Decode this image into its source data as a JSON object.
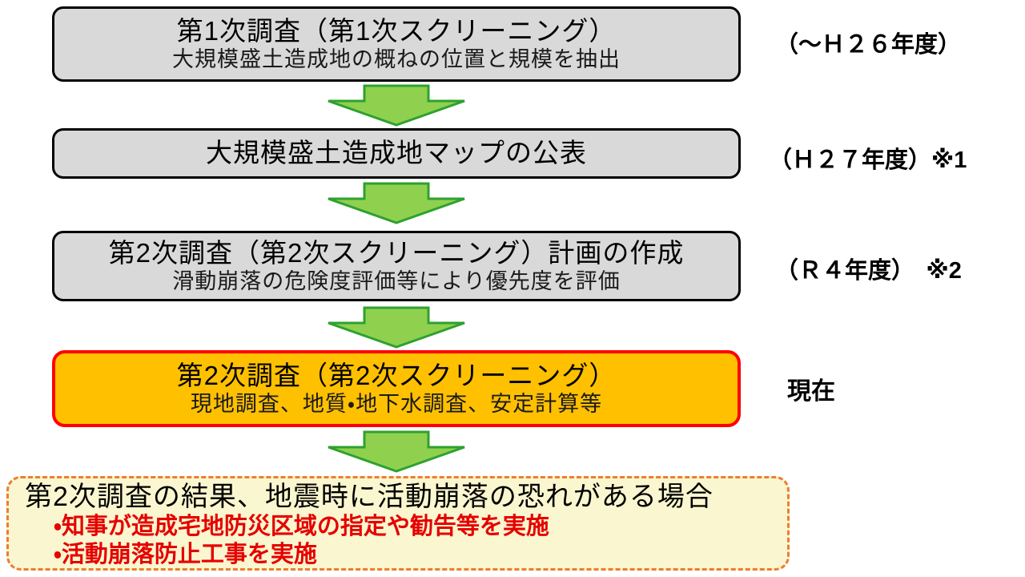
{
  "colors": {
    "box_fill_gray": "#D9D9D9",
    "box_border_black": "#000000",
    "arrow_fill_green": "#8FD14F",
    "arrow_stroke_green": "#2EA12E",
    "highlight_fill_orange": "#FFC000",
    "highlight_border_red": "#FF0000",
    "result_fill_yellow": "#FAF6CF",
    "result_border_orange": "#ED7D31",
    "result_bullet_red": "#E60000"
  },
  "steps": [
    {
      "title": "第1次調査（第1次スクリーニング）",
      "subtitle": "大規模盛土造成地の概ねの位置と規模を抽出",
      "side_label": "（～Ｈ２６年度）"
    },
    {
      "title": "大規模盛土造成地マップの公表",
      "subtitle": "",
      "side_label": "（Ｈ２７年度）※1"
    },
    {
      "title": "第2次調査（第2次スクリーニング）計画の作成",
      "subtitle": "滑動崩落の危険度評価等により優先度を評価",
      "side_label": "（Ｒ４年度）　※2"
    },
    {
      "title": "第2次調査（第2次スクリーニング）",
      "subtitle": "現地調査、地質・地下水調査、安定計算等",
      "side_label": "現在",
      "highlighted": true
    }
  ],
  "result_box": {
    "heading": "第2次調査の結果、地震時に活動崩落の恐れがある場合",
    "bullets": [
      "・知事が造成宅地防災区域の指定や勧告等を実施",
      "・活動崩落防止工事を実施"
    ]
  }
}
